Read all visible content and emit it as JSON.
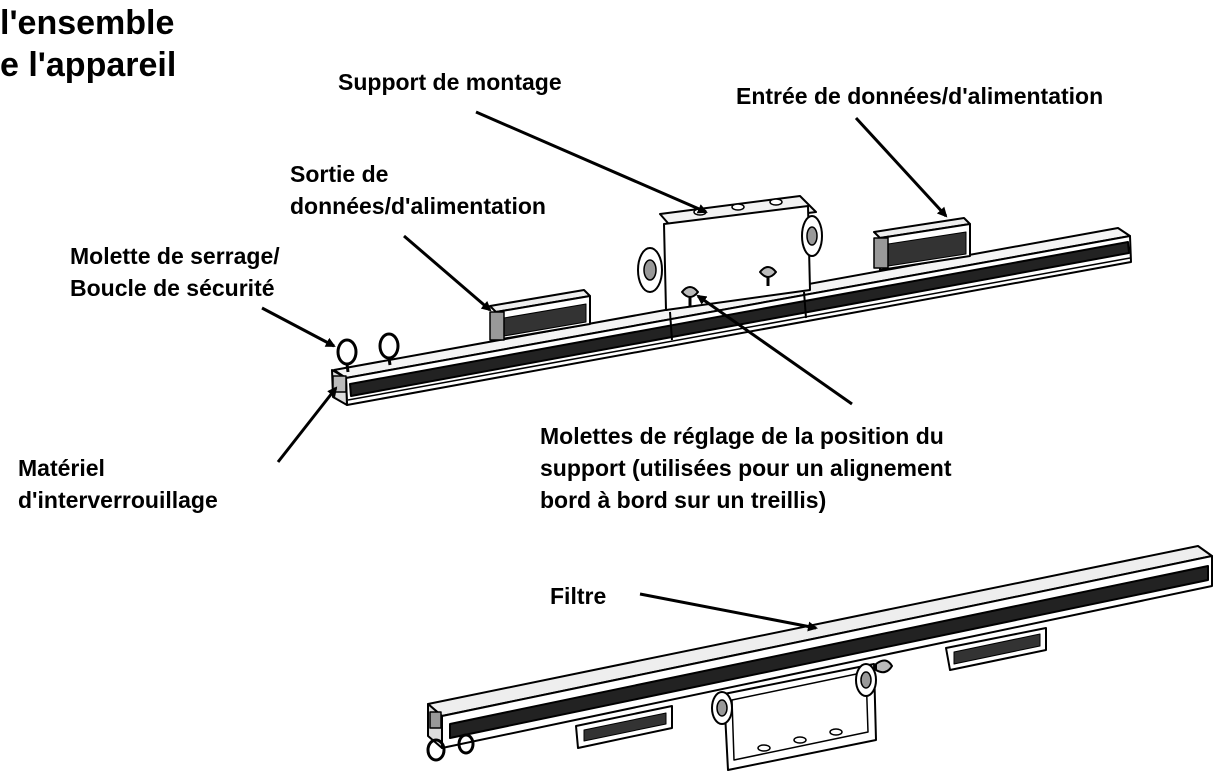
{
  "title": {
    "line1": "l'ensemble",
    "line2": "e l'appareil"
  },
  "labels": {
    "mounting_bracket": "Support de montage",
    "data_power_in": "Entrée de données/d'alimentation",
    "data_power_out": {
      "line1": "Sortie de",
      "line2": "données/d'alimentation"
    },
    "clamp_knob": {
      "line1": "Molette de serrage/",
      "line2": "Boucle de sécurité"
    },
    "adjust_knobs": {
      "line1": "Molettes de réglage de la position du",
      "line2": "support (utilisées pour un alignement",
      "line3": "bord à bord sur un treillis)"
    },
    "interlock": {
      "line1": "Matériel",
      "line2": "d'interverrouillage"
    },
    "filter": "Filtre"
  }
}
